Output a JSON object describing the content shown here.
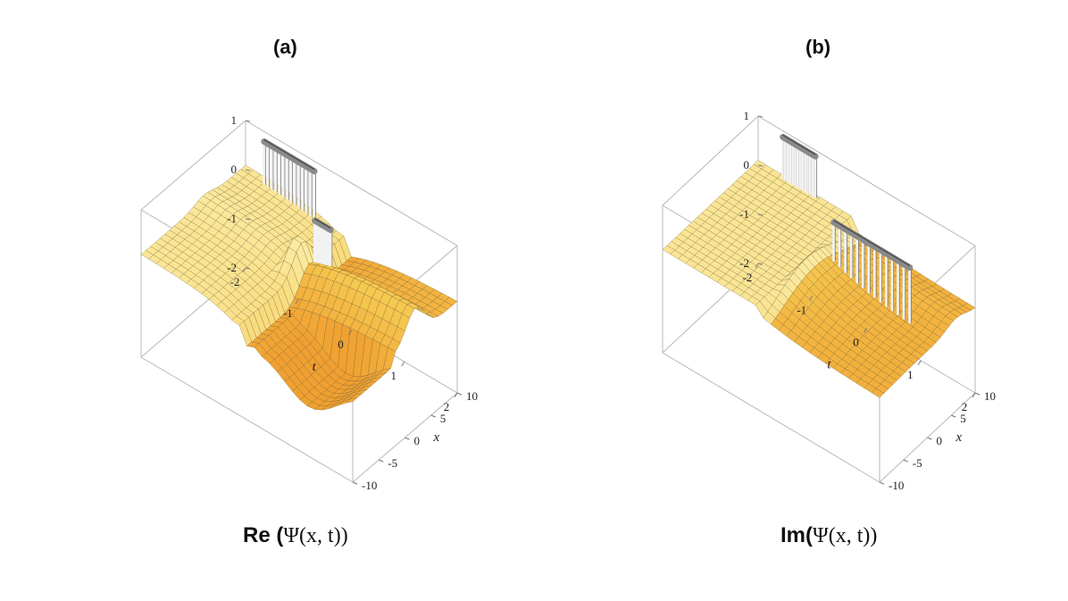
{
  "panels": [
    {
      "label": "(a)",
      "caption_prefix": "Re (",
      "caption_math": "Ψ(x, t))",
      "colors": {
        "surface_light": "#fbeaa0",
        "surface_mid": "#f5c850",
        "surface_orange": "#f0a030",
        "wall_gray": "#8a8a8a",
        "dark": "#3a1a10"
      }
    },
    {
      "label": "(b)",
      "caption_prefix": "Im(",
      "caption_math": "Ψ(x, t))",
      "colors": {
        "surface_light": "#fbeaa0",
        "surface_mid": "#f5c850",
        "surface_orange": "#f0a030",
        "wall_gray": "#8a8a8a",
        "dark": "#3a1a10"
      }
    }
  ],
  "chart_data": [
    {
      "type": "surface3d",
      "title": "Re (Ψ(x, t))",
      "xlabel": "t",
      "ylabel": "x",
      "zlabel": "",
      "t_ticks": [
        "-2",
        "-1",
        "0",
        "1",
        "2"
      ],
      "x_ticks": [
        "-10",
        "-5",
        "0",
        "5",
        "10"
      ],
      "z_ticks": [
        "1",
        "0",
        "-1",
        "-2"
      ],
      "t_range": [
        -2,
        2
      ],
      "x_range": [
        -10,
        10
      ],
      "z_range": [
        -2,
        1
      ]
    },
    {
      "type": "surface3d",
      "title": "Im(Ψ(x, t))",
      "xlabel": "t",
      "ylabel": "x",
      "zlabel": "",
      "t_ticks": [
        "-2",
        "-1",
        "0",
        "1",
        "2"
      ],
      "x_ticks": [
        "-10",
        "-5",
        "0",
        "5",
        "10"
      ],
      "z_ticks": [
        "1",
        "0",
        "-1",
        "-2"
      ],
      "t_range": [
        -2,
        2
      ],
      "x_range": [
        -10,
        10
      ],
      "z_range": [
        -2,
        1
      ]
    }
  ]
}
